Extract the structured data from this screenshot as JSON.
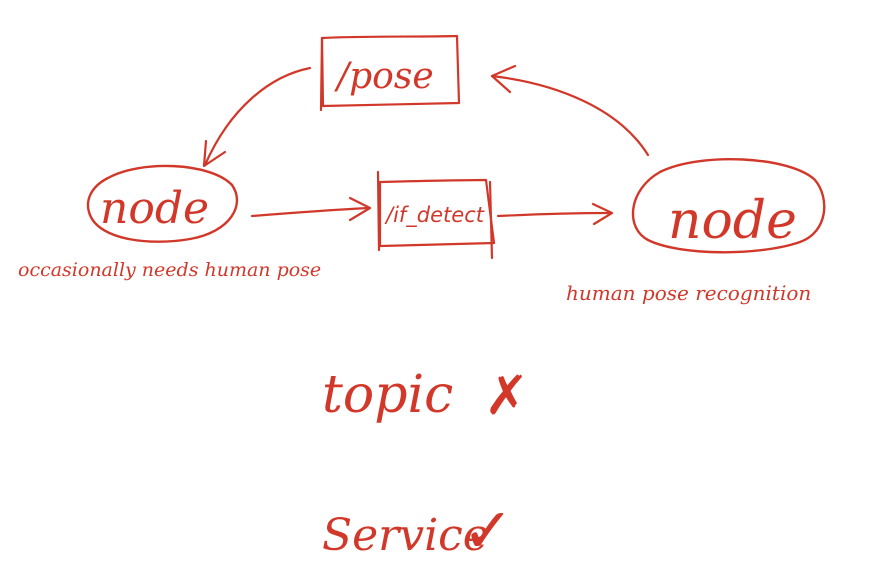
{
  "diagram": {
    "ink_color": "#d2382a",
    "topic_pose": {
      "label": "/pose"
    },
    "topic_detect": {
      "label": "/if_detect"
    },
    "node_left": {
      "label": "node",
      "caption": "occasionally needs human pose"
    },
    "node_right": {
      "label": "node",
      "caption": "human pose recognition"
    },
    "verdicts": {
      "topic": {
        "label": "topic",
        "mark": "✗"
      },
      "service": {
        "label": "Service",
        "mark": "✓"
      }
    }
  }
}
